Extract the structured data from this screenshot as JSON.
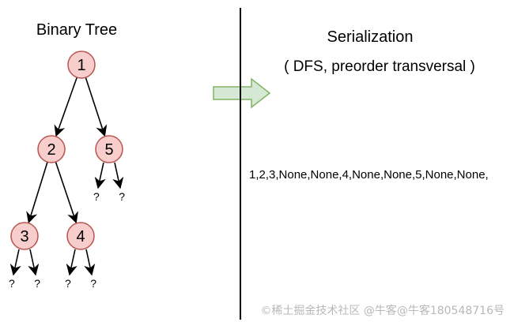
{
  "tree": {
    "title": "Binary Tree",
    "nodes": [
      {
        "id": "1",
        "label": "1"
      },
      {
        "id": "2",
        "label": "2"
      },
      {
        "id": "5",
        "label": "5"
      },
      {
        "id": "3",
        "label": "3"
      },
      {
        "id": "4",
        "label": "4"
      }
    ],
    "edges": [
      {
        "from": "1",
        "to": "2"
      },
      {
        "from": "1",
        "to": "5"
      },
      {
        "from": "2",
        "to": "3"
      },
      {
        "from": "2",
        "to": "4"
      }
    ],
    "unknown_label": "?"
  },
  "serialization": {
    "title": "Serialization",
    "subtitle": "( DFS, preorder transversal )",
    "sequence": "1,2,3,None,None,4,None,None,5,None,None,"
  },
  "watermark": "©稀土掘金技术社区 @牛客@牛客180548716号",
  "colors": {
    "node_fill": "#f8cecc",
    "node_stroke": "#b85450",
    "arrow_fill": "#d5e8d4",
    "arrow_stroke": "#82b366",
    "divider": "#000000"
  }
}
